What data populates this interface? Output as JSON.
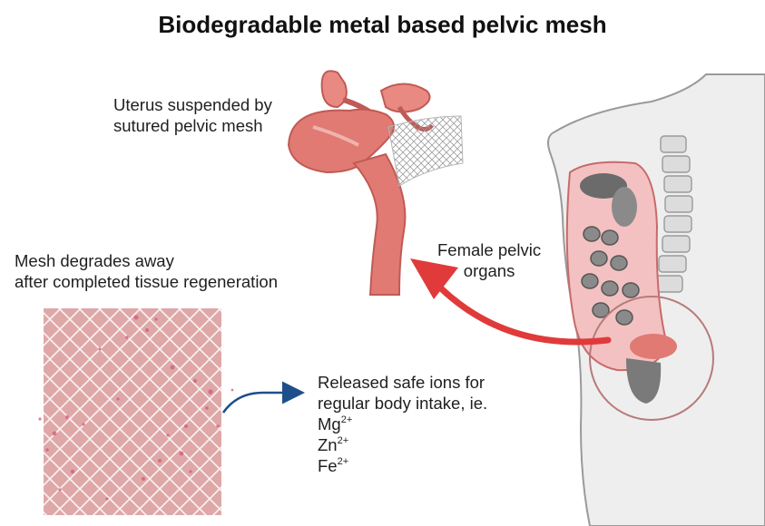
{
  "title": "Biodegradable metal based pelvic mesh",
  "labels": {
    "uterus_line1": "Uterus suspended by",
    "uterus_line2": "sutured pelvic mesh",
    "mesh_line1": "Mesh degrades away",
    "mesh_line2": "after completed tissue regeneration",
    "organs_line1": "Female pelvic",
    "organs_line2": "organs",
    "ions_line1": "Released safe ions for",
    "ions_line2": "regular body intake, ie."
  },
  "ions": [
    {
      "symbol": "Mg",
      "charge": "2+"
    },
    {
      "symbol": "Zn",
      "charge": "2+"
    },
    {
      "symbol": "Fe",
      "charge": "2+"
    }
  ],
  "colors": {
    "uterus": "#e07a72",
    "mesh_patch": "#dfa8a8",
    "red_arrow": "#e03a3a",
    "blue_arrow": "#1f4f8a",
    "body_silhouette": "#eeeeee"
  },
  "icons": {
    "uterus": "uterus-illustration",
    "mesh": "mesh-patch-illustration",
    "body": "female-torso-illustration"
  }
}
